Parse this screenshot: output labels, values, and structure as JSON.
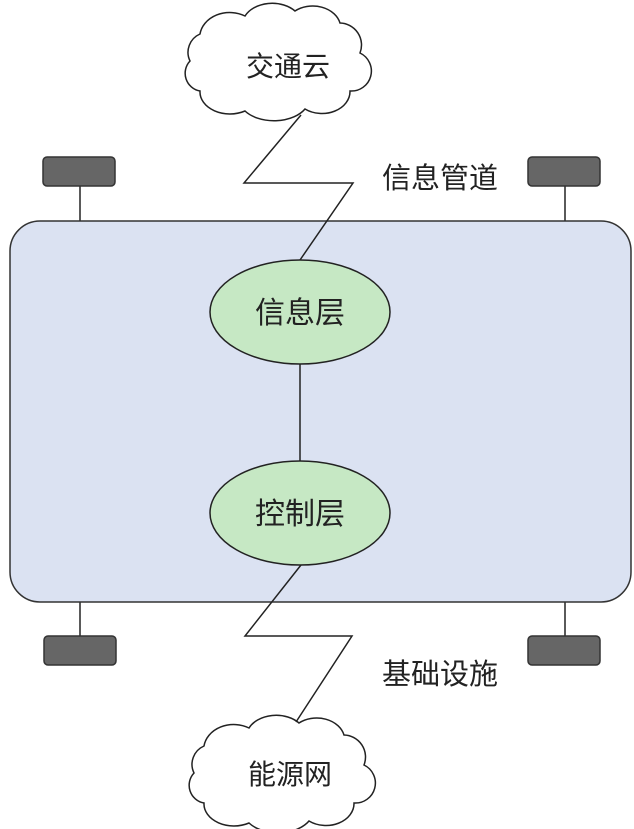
{
  "diagram": {
    "top_cloud": {
      "label": "交通云"
    },
    "bottom_cloud": {
      "label": "能源网"
    },
    "top_link_label": "信息管道",
    "bottom_link_label": "基础设施",
    "upper_node": {
      "label": "信息层"
    },
    "lower_node": {
      "label": "控制层"
    }
  },
  "colors": {
    "vehicle_body": "#dbe2f2",
    "node_fill": "#c6e8c4",
    "wheel": "#666666",
    "stroke": "#222222"
  }
}
